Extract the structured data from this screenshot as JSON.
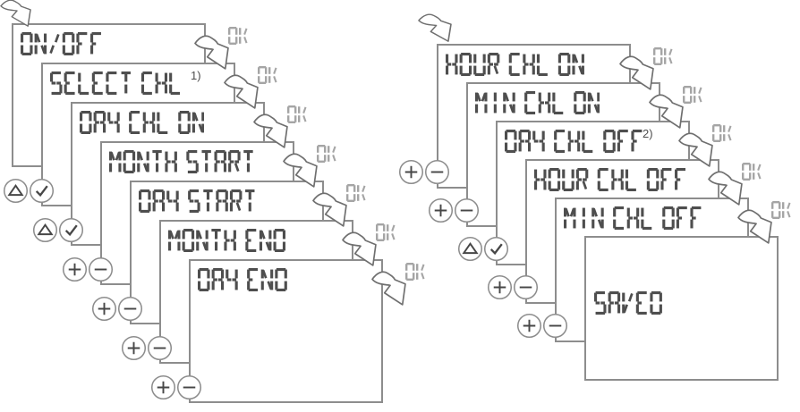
{
  "ok_label": "OK",
  "colors": {
    "background": "#ffffff",
    "screen_border": "#8d8d8d",
    "lcd_text": "#4e4e4e",
    "ok_text": "#a5a5a5",
    "arrow_outline": "#6f6f6f",
    "button_ring": "#8d8d8d",
    "button_glyph": "#474747"
  },
  "left_stack": {
    "screens": [
      {
        "label": "ON/OFF",
        "buttons": [],
        "ok": true
      },
      {
        "label": "SELECT CHL",
        "superscript": "1)",
        "buttons": [
          "triangle",
          "check"
        ],
        "ok": true
      },
      {
        "label": "DAY CHL ON",
        "buttons": [
          "triangle",
          "check"
        ],
        "ok": true
      },
      {
        "label": "MONTH START",
        "buttons": [
          "plus",
          "minus"
        ],
        "ok": true
      },
      {
        "label": "DAY START",
        "buttons": [
          "plus",
          "minus"
        ],
        "ok": true
      },
      {
        "label": "MONTH END",
        "buttons": [
          "plus",
          "minus"
        ],
        "ok": true
      },
      {
        "label": "DAY END",
        "buttons": [
          "plus",
          "minus"
        ],
        "ok": true
      }
    ]
  },
  "right_stack": {
    "screens": [
      {
        "label": "HOUR CHL ON",
        "buttons": [
          "plus",
          "minus"
        ],
        "ok": true
      },
      {
        "label": "MIN CHL ON",
        "buttons": [
          "plus",
          "minus"
        ],
        "ok": true
      },
      {
        "label": "DAY CHL OFF",
        "superscript": "2)",
        "buttons": [
          "triangle",
          "check"
        ],
        "ok": true
      },
      {
        "label": "HOUR CHL OFF",
        "buttons": [
          "plus",
          "minus"
        ],
        "ok": true
      },
      {
        "label": "MIN CHL OFF",
        "buttons": [
          "plus",
          "minus"
        ],
        "ok": true
      },
      {
        "label": "SAVED",
        "buttons": [],
        "ok": false
      }
    ]
  }
}
